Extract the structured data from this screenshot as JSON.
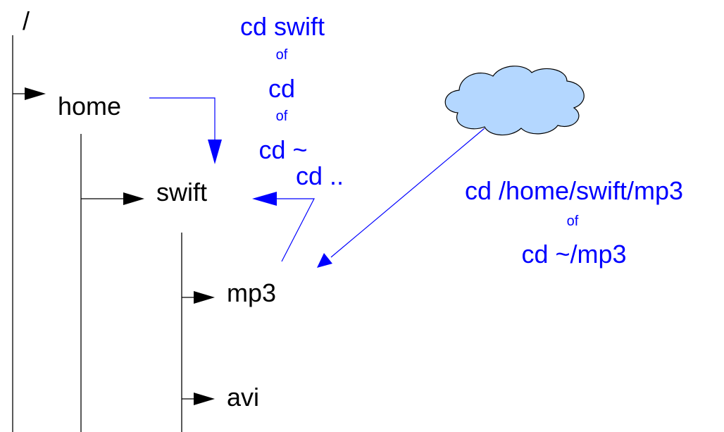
{
  "tree": {
    "root": "/",
    "home": "home",
    "swift": "swift",
    "mp3": "mp3",
    "avi": "avi"
  },
  "commands": {
    "to_swift": [
      "cd swift",
      "of",
      "cd",
      "of",
      "cd ~"
    ],
    "up": "cd ..",
    "to_mp3": [
      "cd /home/swift/mp3",
      "of",
      "cd ~/mp3"
    ]
  },
  "colors": {
    "tree": "#000000",
    "command": "#0000ff",
    "cloud_fill": "#b4d7ff",
    "cloud_stroke": "#000000"
  }
}
